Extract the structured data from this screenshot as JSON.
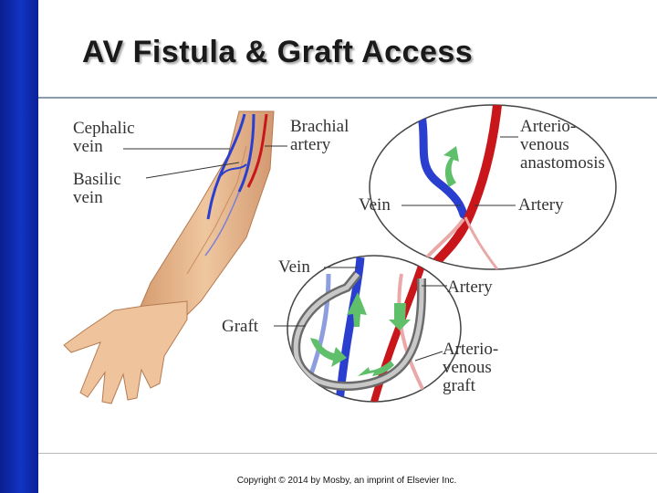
{
  "slide": {
    "title": "AV Fistula & Graft Access",
    "copyright": "Copyright © 2014 by Mosby, an imprint of Elsevier Inc."
  },
  "labels": {
    "cephalic_1": "Cephalic",
    "cephalic_2": "vein",
    "basilic_1": "Basilic",
    "basilic_2": "vein",
    "brachial_1": "Brachial",
    "brachial_2": "artery",
    "avana_1": "Arterio-",
    "avana_2": "venous",
    "avana_3": "anastomosis",
    "fistula_vein": "Vein",
    "fistula_artery": "Artery",
    "graft_vein": "Vein",
    "graft_artery": "Artery",
    "graft": "Graft",
    "avgraft_1": "Arterio-",
    "avgraft_2": "venous",
    "avgraft_3": "graft"
  },
  "colors": {
    "sidebar": "#1233c4",
    "vein": "#2a3fcf",
    "artery": "#c8161b",
    "arrow": "#5fbf6a",
    "skin": "#e8b990"
  }
}
